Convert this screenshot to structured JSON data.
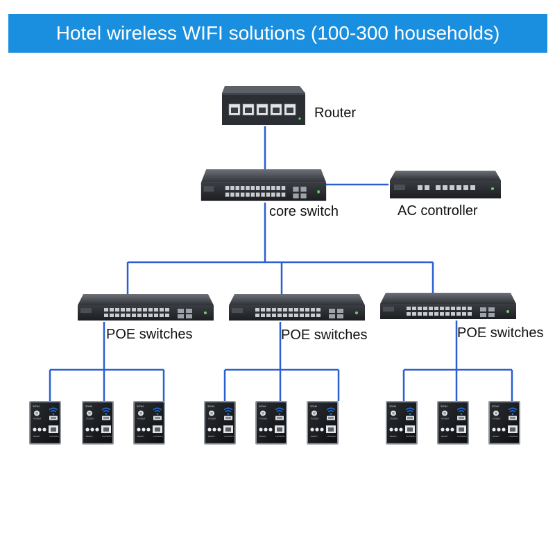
{
  "header": {
    "title": "Hotel wireless WIFI solutions (100-300 households)"
  },
  "nodes": {
    "router": {
      "label": "Router"
    },
    "core_switch": {
      "label": "core switch"
    },
    "ac_controller": {
      "label": "AC controller"
    },
    "poe_switch_1": {
      "label": "POE switches"
    },
    "poe_switch_2": {
      "label": "POE switches"
    },
    "poe_switch_3": {
      "label": "POE switches"
    }
  },
  "colors": {
    "banner": "#1a8fe0",
    "link": "#2a5fd0",
    "device_body": "#2b2d31",
    "panel_body": "#15171a",
    "panel_frame": "#9aa0a8",
    "wifi_icon": "#1f6fe0"
  }
}
